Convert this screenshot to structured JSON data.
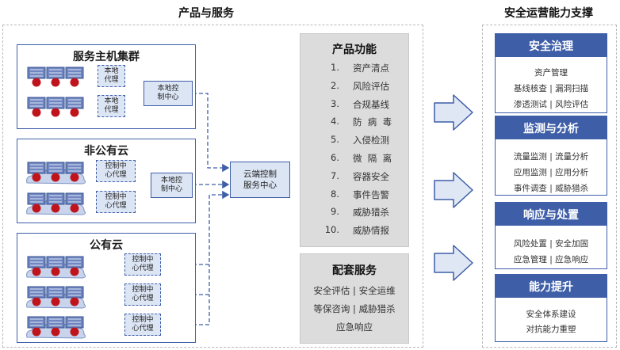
{
  "titles": {
    "products": "产品与服务",
    "capabilities": "安全运营能力支撑"
  },
  "groups": {
    "host_cluster": {
      "title": "服务主机集群",
      "proxy_1": "本地\n代理",
      "proxy_2": "本地\n代理",
      "center": "本地控\n制中心"
    },
    "non_public_cloud": {
      "title": "非公有云",
      "proxy_1": "控制中\n心代理",
      "proxy_2": "控制中\n心代理",
      "center": "本地控\n制中心"
    },
    "public_cloud": {
      "title": "公有云",
      "proxy_1": "控制中\n心代理",
      "proxy_2": "控制中\n心代理",
      "proxy_3": "控制中\n心代理"
    }
  },
  "cloud_center": "云端控制\n服务中心",
  "product_functions": {
    "title": "产品功能",
    "items": [
      {
        "num": "1.",
        "label": "资产清点"
      },
      {
        "num": "2.",
        "label": "风险评估"
      },
      {
        "num": "3.",
        "label": "合规基线"
      },
      {
        "num": "4.",
        "label": "防  病  毒"
      },
      {
        "num": "5.",
        "label": "入侵检测"
      },
      {
        "num": "6.",
        "label": "微  隔  离"
      },
      {
        "num": "7.",
        "label": "容器安全"
      },
      {
        "num": "8.",
        "label": "事件告警"
      },
      {
        "num": "9.",
        "label": "威胁猎杀"
      },
      {
        "num": "10.",
        "label": "威胁情报"
      }
    ]
  },
  "supporting_services": {
    "title": "配套服务",
    "lines": [
      "安全评估 | 安全运维",
      "等保咨询 | 威胁猎杀",
      "应急响应"
    ]
  },
  "capabilities": [
    {
      "header": "安全治理",
      "lines": [
        "资产管理",
        "基线核查  |  漏洞扫描",
        "渗透测试  |  风险评估"
      ]
    },
    {
      "header": "监测与分析",
      "lines": [
        "流量监测  |  流量分析",
        "应用监测  |  应用分析",
        "事件调查  |  威胁猎杀"
      ]
    },
    {
      "header": "响应与处置",
      "lines": [
        "风险处置  |  安全加固",
        "应急管理  |  应急响应"
      ]
    },
    {
      "header": "能力提升",
      "lines": [
        "安全体系建设",
        "对抗能力重塑"
      ]
    }
  ],
  "colors": {
    "accent_blue": "#3e5ea8",
    "light_blue": "#dce5f4",
    "server_red": "#c0141c",
    "panel_gray": "#dcdcdc",
    "arrow_fill": "#dfe6f4"
  }
}
